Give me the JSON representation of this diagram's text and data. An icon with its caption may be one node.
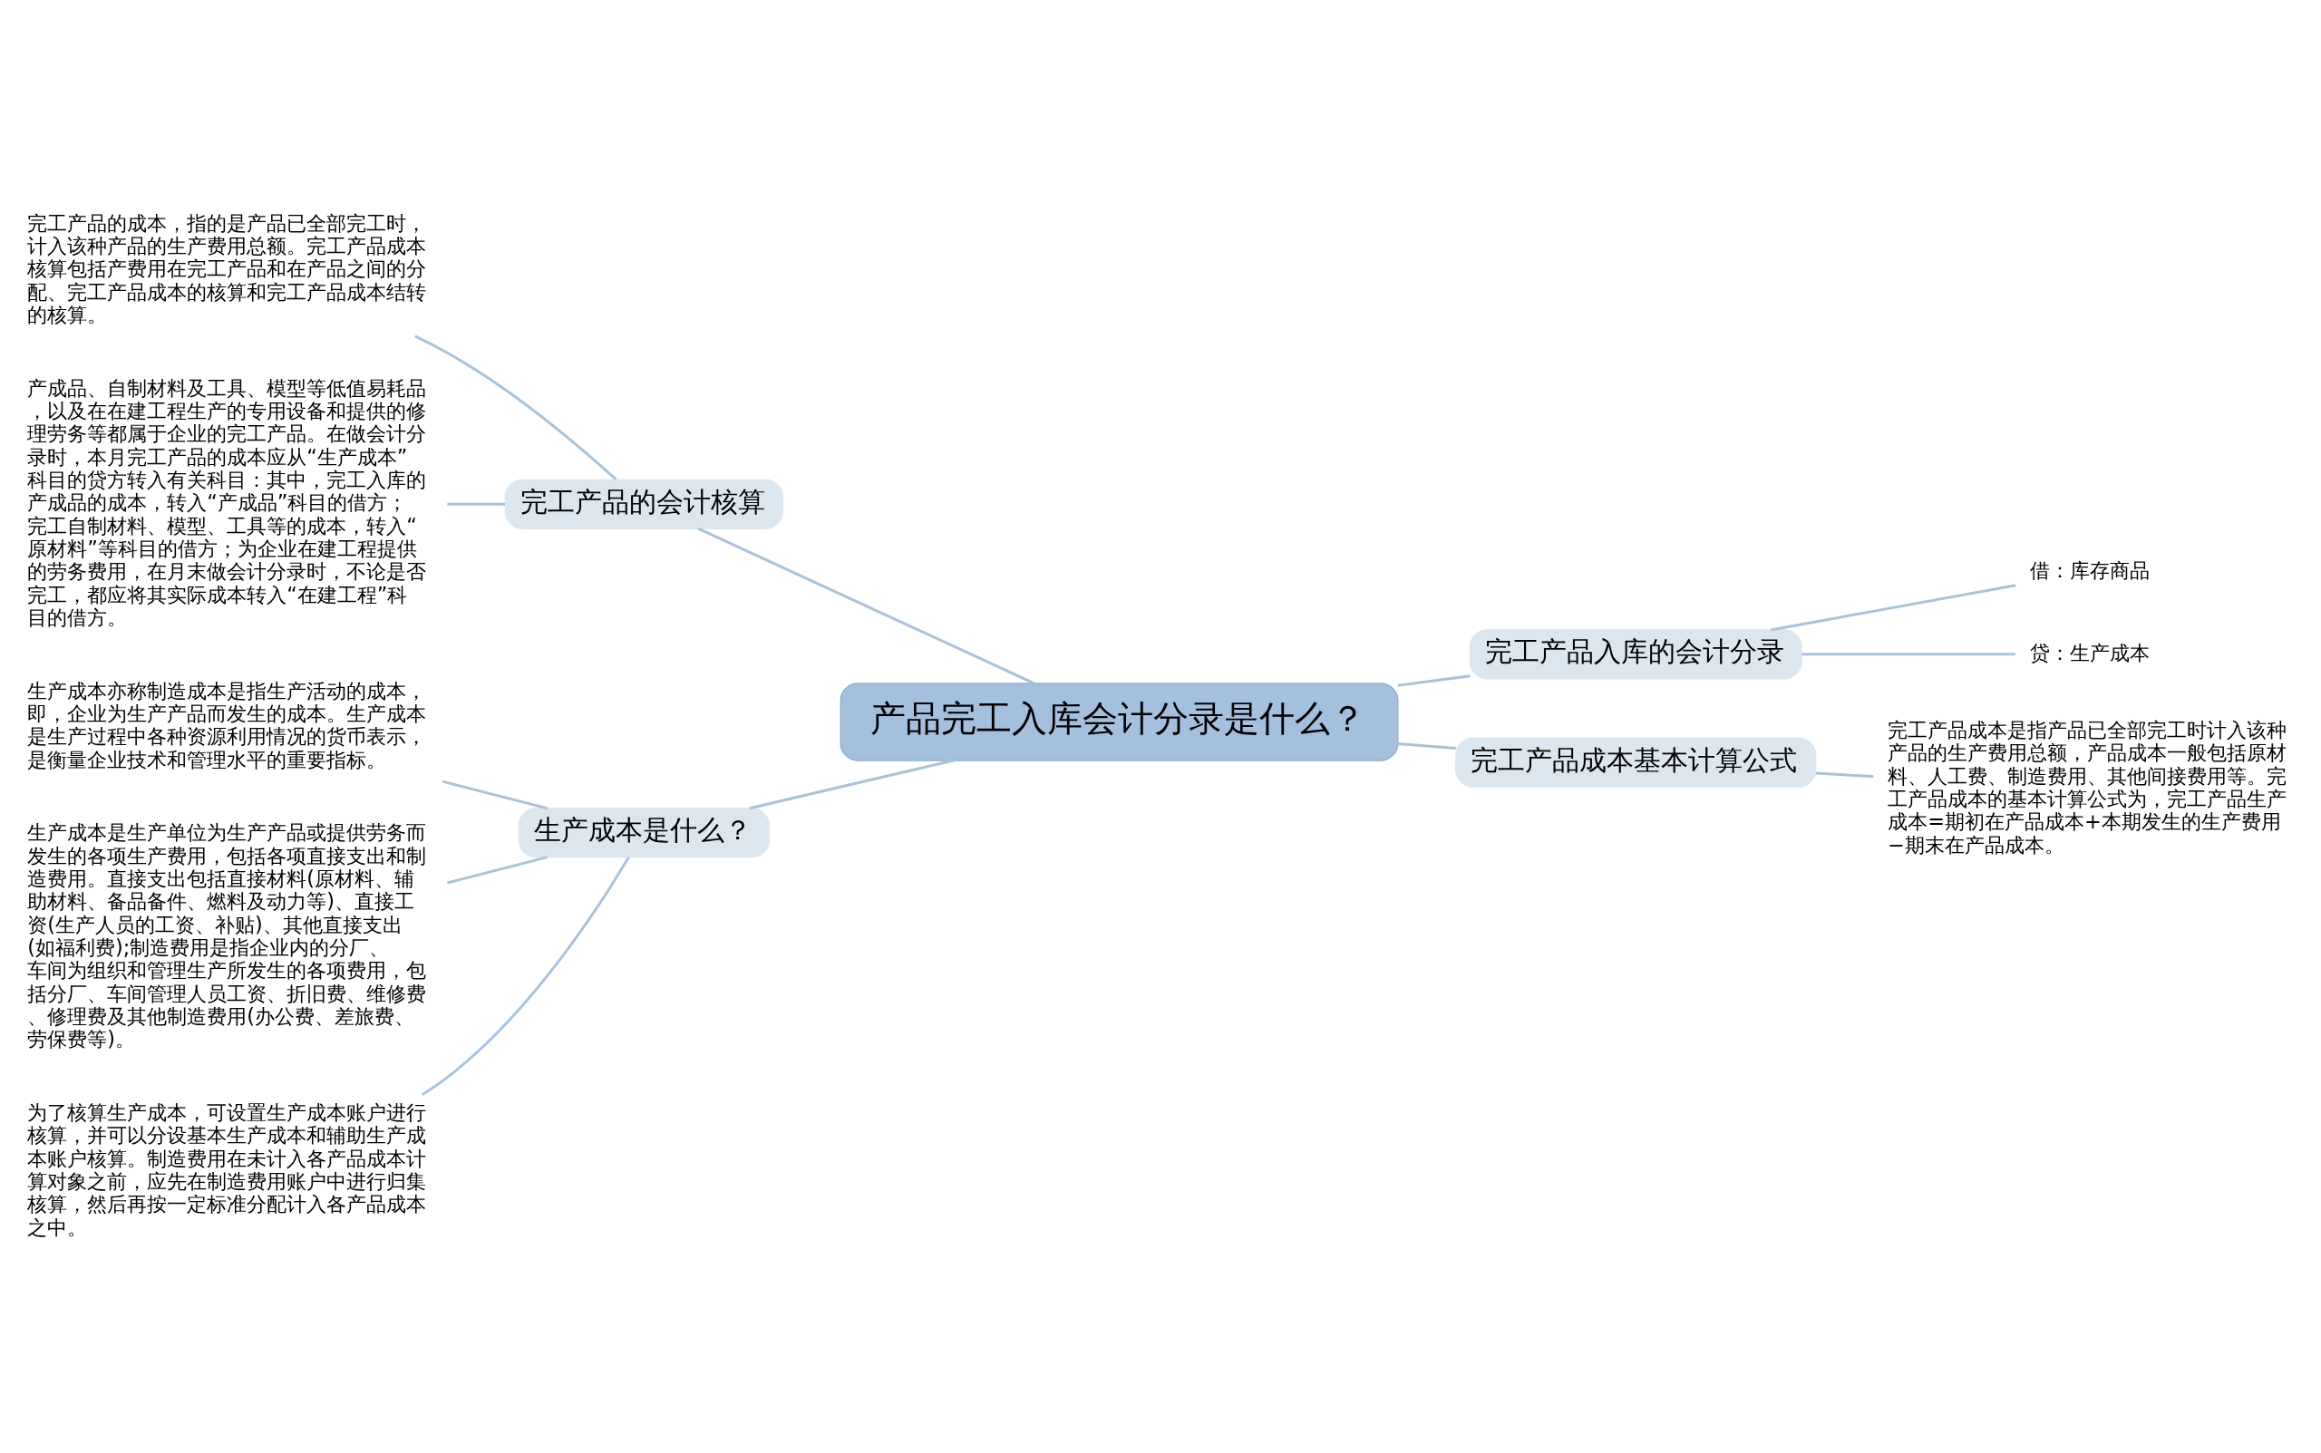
{
  "diagram": {
    "nodes": [
      {
        "text": [
          "产品完工入库会计分录是什么？"
        ]
      },
      {
        "text": [
          "完工产品的会计核算"
        ]
      },
      {
        "text": [
          "完工产品的成本，指的是产品已全部完工时，计入该种产品的生产费用总额。完工产品成本核算包括产费用在完工产品和在产品之间的分配、完工产品成本的核算和完工产品成本结转的核算。"
        ]
      },
      {
        "text": [
          "产成品、自制材料及工具、模型等低值易耗品，以及在在建工程生产的专用设备和提供的修理劳务等都属于企业的完工产品。在做会计分录时，本月完工产品的成本应从“生产成本”科目的贷方转入有关科目：其中，完工入库的产成品的成本，转入“产成品”科目的借方；完工自制材料、模型、工具等的成本，转入“原材料”等科目的借方；为企业在建工程提供的劳务费用，在月末做会计分录时，不论是否完工，都应将其实际成本转入“在建工程”科目的借方。"
        ]
      },
      {
        "text": [
          "生产成本是什么？"
        ]
      },
      {
        "text": [
          "生产成本亦称制造成本是指生产活动的成本，即，企业为生产产品而发生的成本。生产成本是生产过程中各种资源利用情况的货币表示，是衡量企业技术和管理水平的重要指标。"
        ]
      },
      {
        "text": [
          "生产成本是生产单位为生产产品或提供劳务而发生的各项生产费用，包括各项直接支出和制造费用。直接支出包括直接材料(原材料、辅助材料、备品备件、燃料及动力等)、直接工资(生产人员的工资、补贴)、其他直接支出(如福利费);制造费用是指企业内的分厂、车间为组织和管理生产所发生的各项费用，包括分厂、车间管理人员工资、折旧费、维修费、修理费及其他制造费用(办公费、差旅费、劳保费等)。"
        ]
      },
      {
        "text": [
          "为了核算生产成本，可设置生产成本账户进行核算，并可以分设基本生产成本和辅助生产成本账户核算。制造费用在未计入各产品成本计算对象之前，应先在制造费用账户中进行归集核算，然后再按一定标准分配计入各产品成本之中。"
        ]
      },
      {
        "text": [
          "完工产品入库的会计分录"
        ]
      },
      {
        "text": [
          "借：库存商品"
        ]
      },
      {
        "text": [
          "贷：生产成本"
        ]
      },
      {
        "text": [
          "完工产品成本基本计算公式"
        ]
      },
      {
        "text": [
          "完工产品成本是指产品已全部完工时计入该种产品的生产费用总额，产品成本一般包括原材料、人工费、制造费用、其他间接费用等。完工产品成本的基本计算公式为，完工产品生产成本=期初在产品成本+本期发生的生产费用−期末在产品成本。"
        ]
      }
    ],
    "edges": [
      {
        "from": 2,
        "to": 1,
        "arrow": "none"
      },
      {
        "from": 3,
        "to": 1,
        "arrow": "none"
      },
      {
        "from": 1,
        "to": 0,
        "arrow": "none"
      },
      {
        "from": 5,
        "to": 4,
        "arrow": "none"
      },
      {
        "from": 6,
        "to": 4,
        "arrow": "none"
      },
      {
        "from": 7,
        "to": 4,
        "arrow": "none"
      },
      {
        "from": 4,
        "to": 0,
        "arrow": "none"
      },
      {
        "from": 0,
        "to": 8,
        "arrow": "none"
      },
      {
        "from": 8,
        "to": 9,
        "arrow": "none"
      },
      {
        "from": 8,
        "to": 10,
        "arrow": "none"
      },
      {
        "from": 0,
        "to": 11,
        "arrow": "none"
      },
      {
        "from": 11,
        "to": 12,
        "arrow": "none"
      }
    ]
  }
}
